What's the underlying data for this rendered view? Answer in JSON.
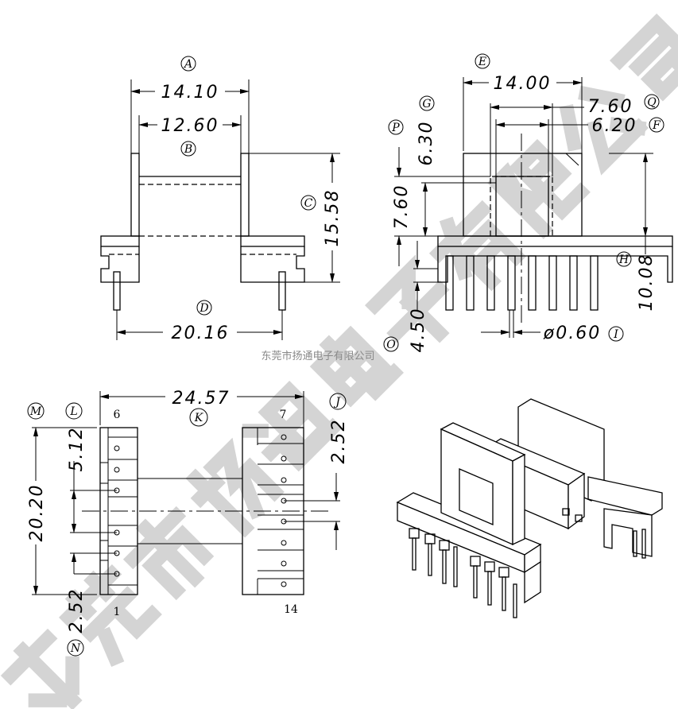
{
  "drawing": {
    "caption": "东莞市扬通电子有限公司",
    "watermark": "东莞市扬通电子有限公司",
    "front_view": {
      "dim_a": {
        "label": "A",
        "value": "14.10"
      },
      "dim_b": {
        "label": "B",
        "value": "12.60"
      },
      "dim_c": {
        "label": "C",
        "value": "15.58"
      },
      "dim_d": {
        "label": "D",
        "value": "20.16"
      }
    },
    "side_view": {
      "dim_e": {
        "label": "E",
        "value": "14.00"
      },
      "dim_q": {
        "label": "Q",
        "value": "7.60"
      },
      "dim_f": {
        "label": "F",
        "value": "6.20"
      },
      "dim_g": {
        "label": "G",
        "value": "6.30"
      },
      "dim_p": {
        "label": "P",
        "value": "7.60"
      },
      "dim_h": {
        "label": "H",
        "value": "10.08"
      },
      "dim_i": {
        "label": "I",
        "value": "ø0.60"
      },
      "dim_o": {
        "label": "O",
        "value": "4.50"
      }
    },
    "bottom_view": {
      "dim_k": {
        "label": "K",
        "value": "24.57"
      },
      "dim_m": {
        "label": "M",
        "value": "20.20"
      },
      "dim_l": {
        "label": "L",
        "value": "5.12"
      },
      "dim_n": {
        "label": "N",
        "value": "2.52"
      },
      "dim_j": {
        "label": "J",
        "value": "2.52"
      },
      "pin_labels": {
        "top_left": "6",
        "top_right": "7",
        "bottom_left": "1",
        "bottom_right": "14"
      }
    }
  }
}
